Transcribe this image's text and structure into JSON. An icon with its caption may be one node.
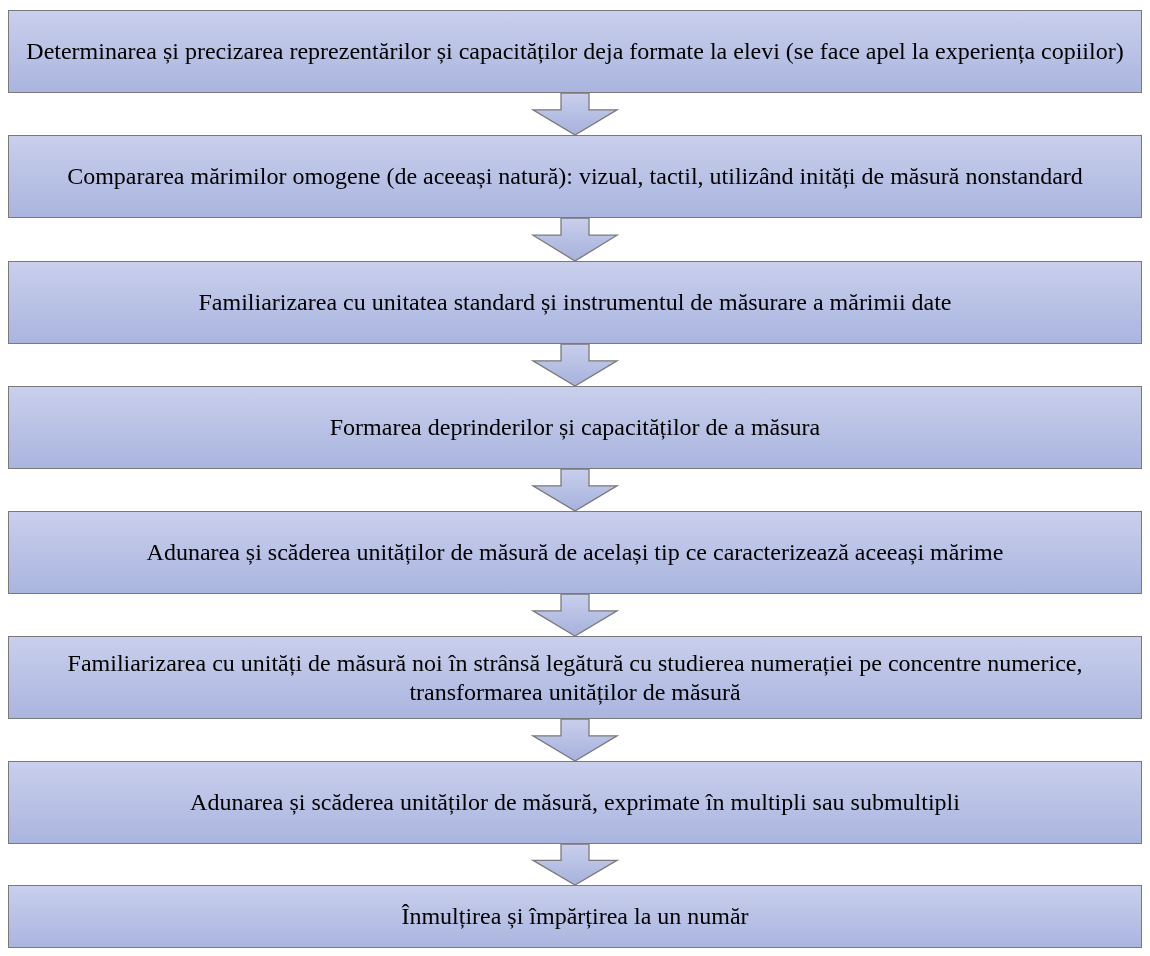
{
  "diagram": {
    "nodes": [
      {
        "text": [
          "Determinarea și precizarea reprezentărilor și capacităților deja formate la elevi (se face apel la experiența copiilor)"
        ]
      },
      {
        "text": [
          "Compararea mărimilor omogene (de aceeași natură): vizual, tactil, utilizând inități de măsură nonstandard"
        ]
      },
      {
        "text": [
          "Familiarizarea cu unitatea standard și instrumentul de măsurare a mărimii date"
        ]
      },
      {
        "text": [
          "Formarea deprinderilor și capacităților de a măsura"
        ]
      },
      {
        "text": [
          "Adunarea și scăderea unităților de măsură de același tip ce caracterizează aceeași mărime"
        ]
      },
      {
        "text": [
          "Familiarizarea cu unități de măsură noi în strânsă legătură cu studierea numerației pe concentre numerice, transformarea unităților de măsură"
        ]
      },
      {
        "text": [
          "Adunarea și scăderea unităților de măsură, exprimate în multipli sau submultipli"
        ]
      },
      {
        "text": [
          "Înmulțirea și împărțirea la un număr"
        ]
      }
    ],
    "edges": [
      {
        "from": 0,
        "to": 1,
        "arrow": "to"
      },
      {
        "from": 1,
        "to": 2,
        "arrow": "to"
      },
      {
        "from": 2,
        "to": 3,
        "arrow": "to"
      },
      {
        "from": 3,
        "to": 4,
        "arrow": "to"
      },
      {
        "from": 4,
        "to": 5,
        "arrow": "to"
      },
      {
        "from": 5,
        "to": 6,
        "arrow": "to"
      },
      {
        "from": 6,
        "to": 7,
        "arrow": "to"
      }
    ]
  }
}
